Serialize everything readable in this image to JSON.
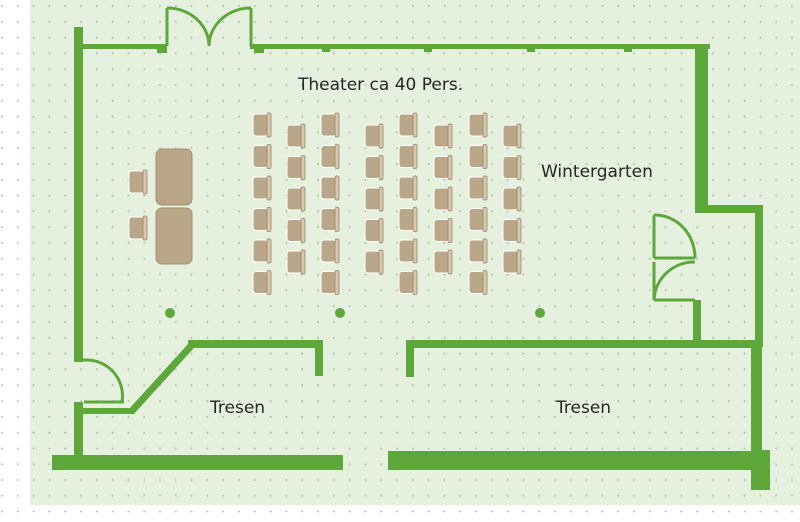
{
  "labels": {
    "theater": "Theater ca 40 Pers.",
    "wintergarten": "Wintergarten",
    "tresen_left": "Tresen",
    "tresen_right": "Tresen"
  },
  "colors": {
    "wall": "#5ea73b",
    "floor": "#e5f0df",
    "dots": "#a8b4a2",
    "chair": "#baa78a",
    "table": "#baa78a"
  },
  "seating": {
    "columns": 8,
    "chairs_per_column": [
      6,
      5,
      6,
      5,
      6,
      5,
      6,
      5
    ],
    "side_chairs": 2,
    "tables": 2,
    "columns_pillars": 3
  }
}
